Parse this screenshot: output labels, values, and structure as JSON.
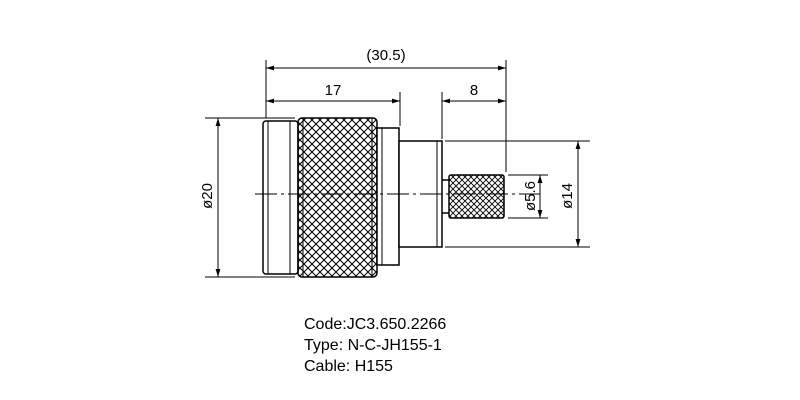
{
  "dimensions": {
    "total_length": "(30.5)",
    "body_length": "17",
    "crimp_length": "8",
    "body_diameter": "ø20",
    "crimp_diameter": "ø5.6",
    "shell_diameter": "ø14"
  },
  "info": {
    "code": "Code:JC3.650.2266",
    "type": "Type: N-C-JH155-1",
    "cable": "Cable: H155"
  }
}
